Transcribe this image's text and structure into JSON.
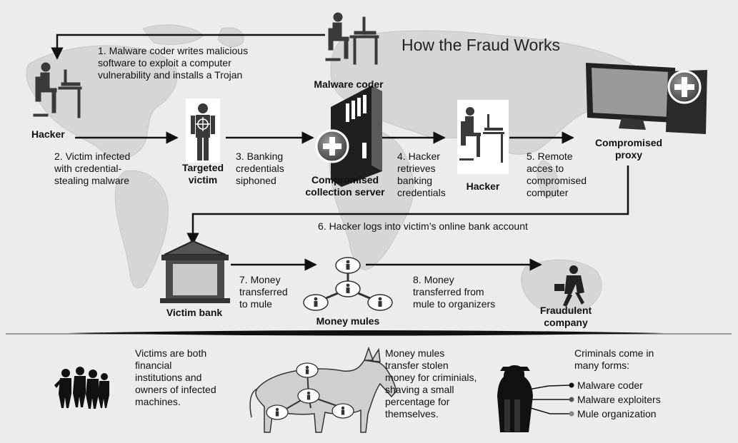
{
  "title": "How the Fraud Works",
  "nodes": {
    "malware_coder": "Malware coder",
    "hacker_left": "Hacker",
    "targeted_victim": "Targeted\nvictim",
    "collection_server": "Compromised\ncollection server",
    "hacker_mid": "Hacker",
    "compromised_proxy": "Compromised\nproxy",
    "victim_bank": "Victim bank",
    "money_mules": "Money mules",
    "fraudulent_company": "Fraudulent\ncompany"
  },
  "steps": {
    "s1": "1. Malware coder writes malicious\nsoftware to exploit a computer\nvulnerability and installs a Trojan",
    "s2": "2. Victim infected\nwith credential-\nstealing malware",
    "s3": "3. Banking\ncredentials\nsiphoned",
    "s4": "4. Hacker\nretrieves\nbanking\ncredentials",
    "s5": "5. Remote\nacces to\ncompromised\ncomputer",
    "s6": "6. Hacker logs into victim’s online bank account",
    "s7": "7. Money\ntransferred\nto mule",
    "s8": "8. Money\ntransferred from\nmule to organizers"
  },
  "bottom": {
    "victims": "Victims are both\nfinancial\ninstitutions and\nowners of infected\nmachines.",
    "mules": "Money mules\ntransfer stolen\nmoney for criminials,\nshaving a small\npercentage for\nthemselves.",
    "criminals_heading": "Criminals come in\nmany forms:",
    "criminal_types": [
      "Malware coder",
      "Malware exploiters",
      "Mule organization"
    ]
  },
  "colors": {
    "background": "#ececec",
    "map": "#d6d6d6",
    "arrow": "#111111",
    "figure": "#3a3a3a"
  }
}
